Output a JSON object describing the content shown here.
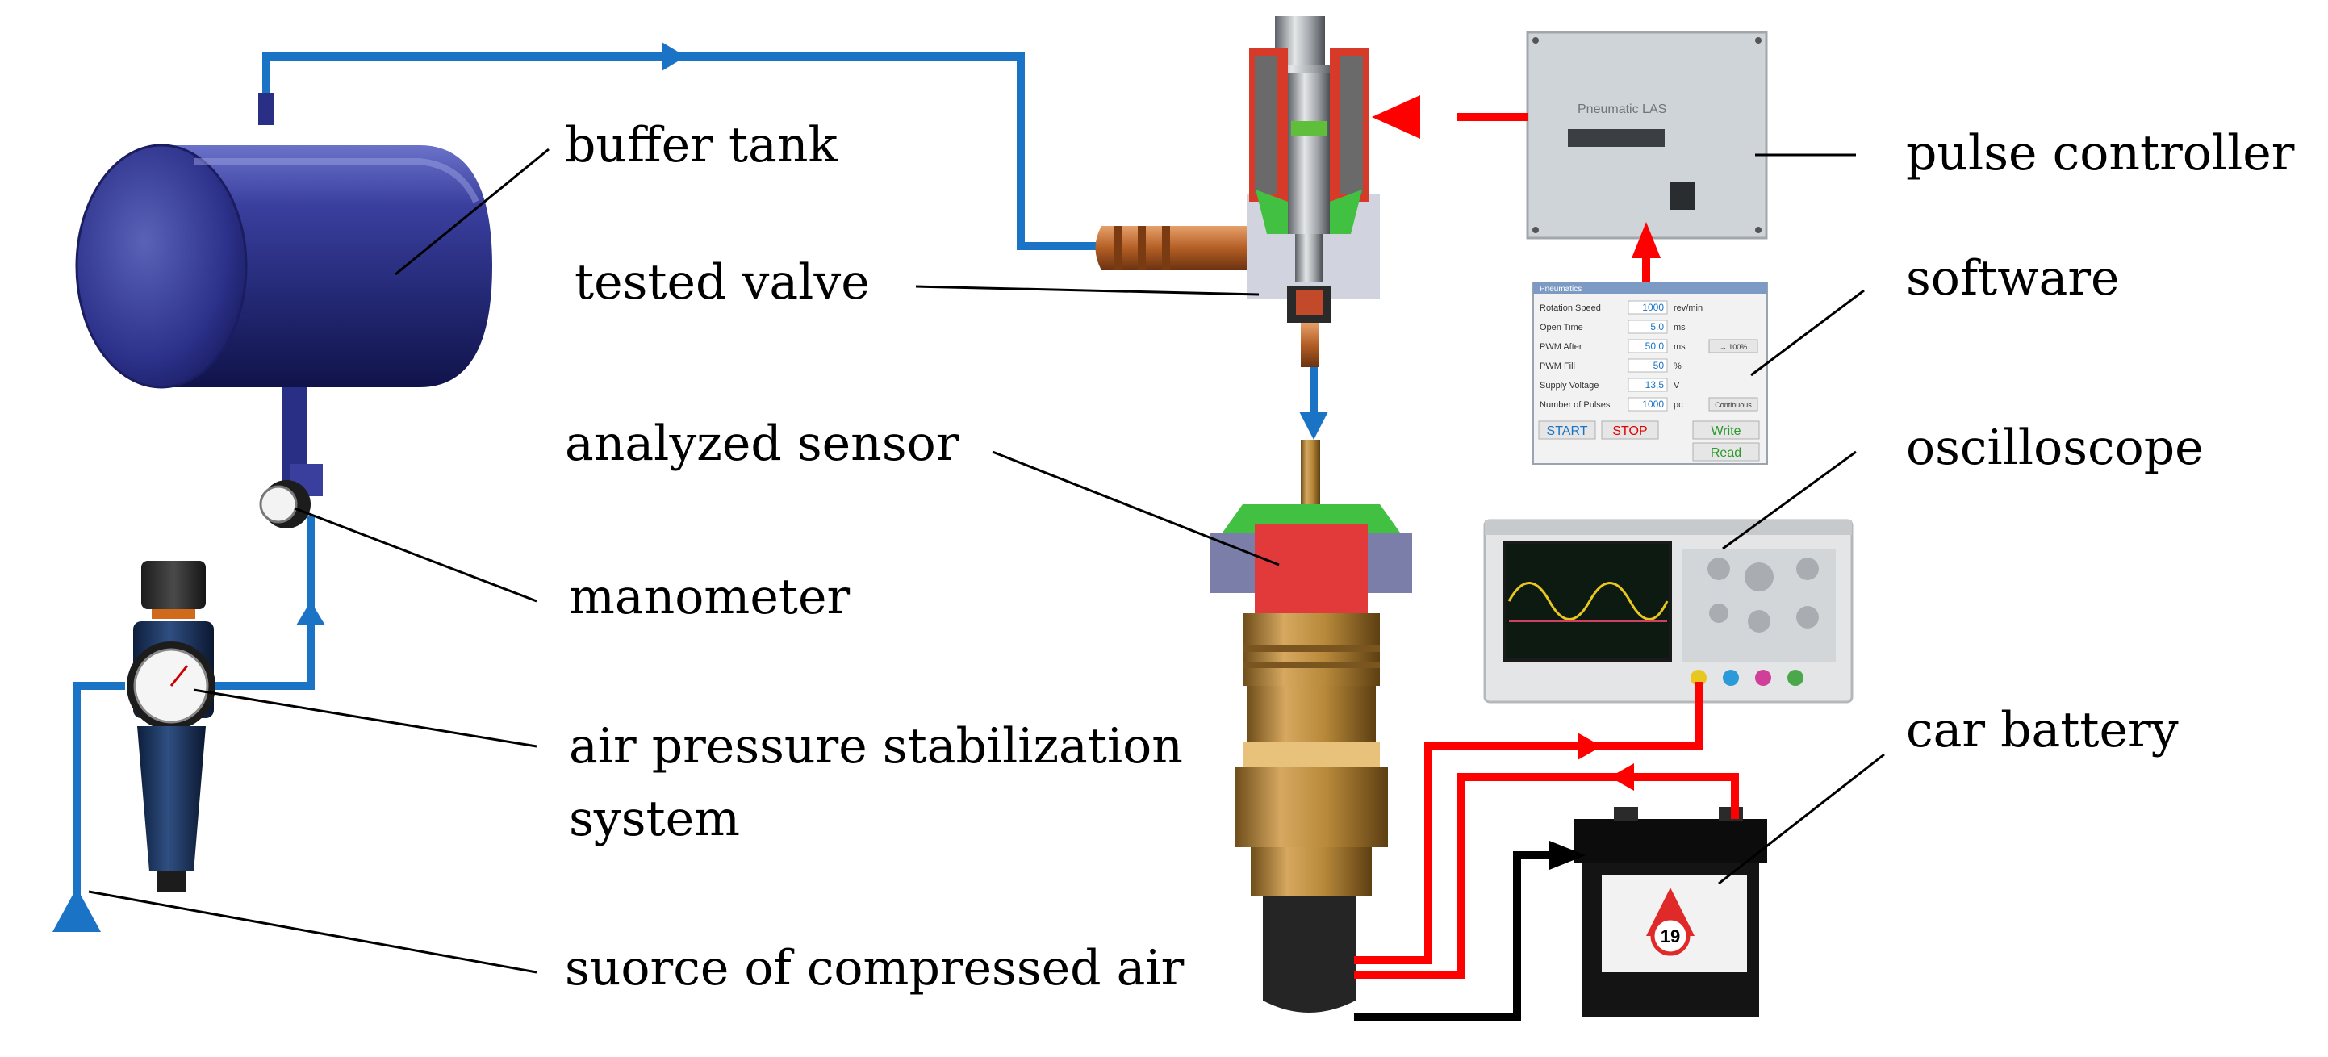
{
  "labels": {
    "buffer_tank": "buffer tank",
    "tested_valve": "tested valve",
    "analyzed_sensor": "analyzed sensor",
    "manometer": "manometer",
    "air_pressure_line1": "air pressure stabilization",
    "air_pressure_line2": "system",
    "compressed_air_source": "suorce of compressed air",
    "pulse_controller": "pulse controller",
    "software": "software",
    "oscilloscope": "oscilloscope",
    "car_battery": "car battery"
  },
  "controller": {
    "brand": "Pneumatic LAS"
  },
  "software_window": {
    "title": "Pneumatics",
    "rows": [
      {
        "label": "Rotation Speed",
        "value": "1000",
        "unit": "rev/min",
        "button": ""
      },
      {
        "label": "Open Time",
        "value": "5.0",
        "unit": "ms",
        "button": ""
      },
      {
        "label": "PWM After",
        "value": "50.0",
        "unit": "ms",
        "button": "→ 100%"
      },
      {
        "label": "PWM Fill",
        "value": "50",
        "unit": "%",
        "button": ""
      },
      {
        "label": "Supply Voltage",
        "value": "13,5",
        "unit": "V",
        "button": ""
      },
      {
        "label": "Number of Pulses",
        "value": "1000",
        "unit": "pc",
        "button": "Continuous"
      }
    ],
    "buttons": {
      "start": "START",
      "stop": "STOP",
      "write": "Write",
      "read": "Read"
    }
  },
  "battery": {
    "badge": "19"
  },
  "colors": {
    "air_line": "#1a73c4",
    "power_line": "#ff0000",
    "ground_line": "#000000",
    "tank": "#2a2f86",
    "brass": "#b8893a"
  }
}
